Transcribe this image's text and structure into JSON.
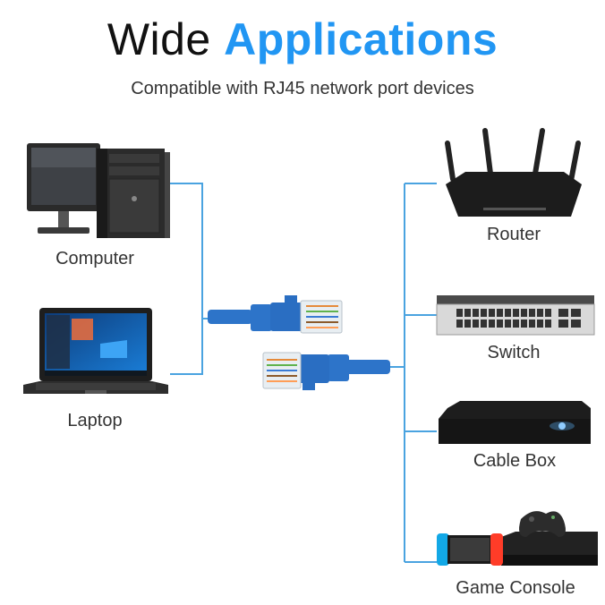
{
  "header": {
    "title_plain": "Wide",
    "title_accent": "Applications",
    "subtitle": "Compatible with RJ45 network port devices"
  },
  "devices": {
    "computer": "Computer",
    "laptop": "Laptop",
    "router": "Router",
    "switch": "Switch",
    "cable_box": "Cable Box",
    "game_console": "Game Console"
  },
  "colors": {
    "accent": "#2196f3",
    "connector_line": "#4aa3e0",
    "cable": "#2d74c9",
    "text": "#333333"
  },
  "icons": [
    "desktop-computer-icon",
    "laptop-icon",
    "router-icon",
    "network-switch-icon",
    "cable-box-icon",
    "game-console-icon",
    "ethernet-cable-icon"
  ]
}
